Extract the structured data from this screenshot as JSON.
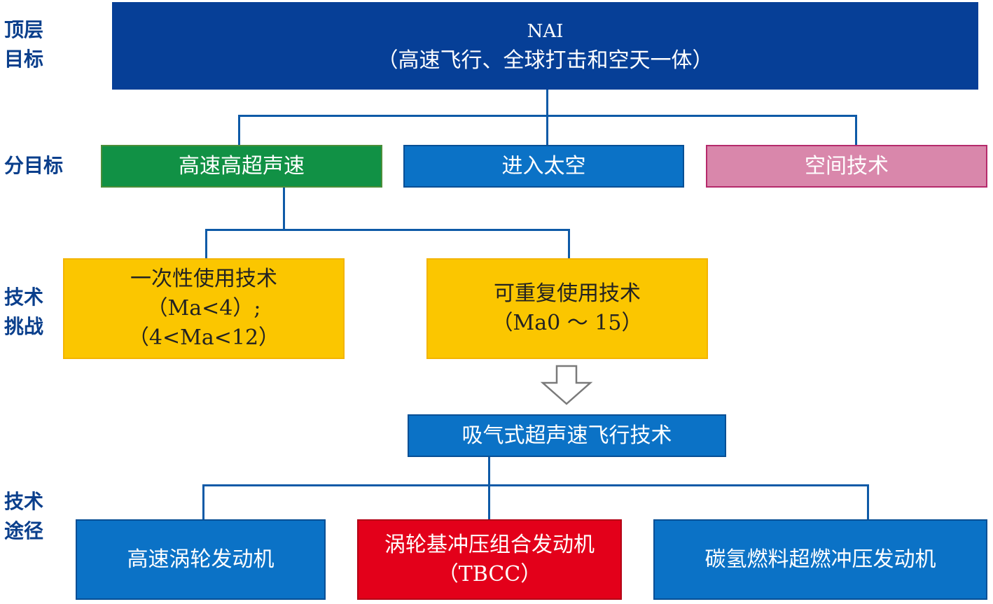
{
  "side_labels": {
    "top": [
      "顶层",
      "目标"
    ],
    "sub": [
      "分目标"
    ],
    "challenge": [
      "技术",
      "挑战"
    ],
    "path": [
      "技术",
      "途径"
    ]
  },
  "top_goal": {
    "line1": "NAI",
    "line2": "（高速飞行、全球打击和空天一体）"
  },
  "sub_goals": {
    "hypersonic": "高速高超声速",
    "space": "进入太空",
    "space_tech": "空间技术"
  },
  "challenges": {
    "single_use": {
      "line1": "一次性使用技术",
      "line2": "（Ma<4）;",
      "line3": "（4<Ma<12）"
    },
    "reusable": {
      "line1": "可重复使用技术",
      "line2": "（Ma0 ～ 15）"
    }
  },
  "core_tech": "吸气式超声速飞行技术",
  "paths": {
    "turbine": "高速涡轮发动机",
    "tbcc": {
      "line1": "涡轮基冲压组合发动机",
      "line2": "（TBCC）"
    },
    "scramjet": "碳氢燃料超燃冲压发动机"
  },
  "colors": {
    "dark_blue": "#063f97",
    "blue": "#0b72c6",
    "green": "#119145",
    "pink": "#d987ab",
    "yellow": "#fbc600",
    "red": "#e3001a",
    "label": "#0a3f8c"
  }
}
